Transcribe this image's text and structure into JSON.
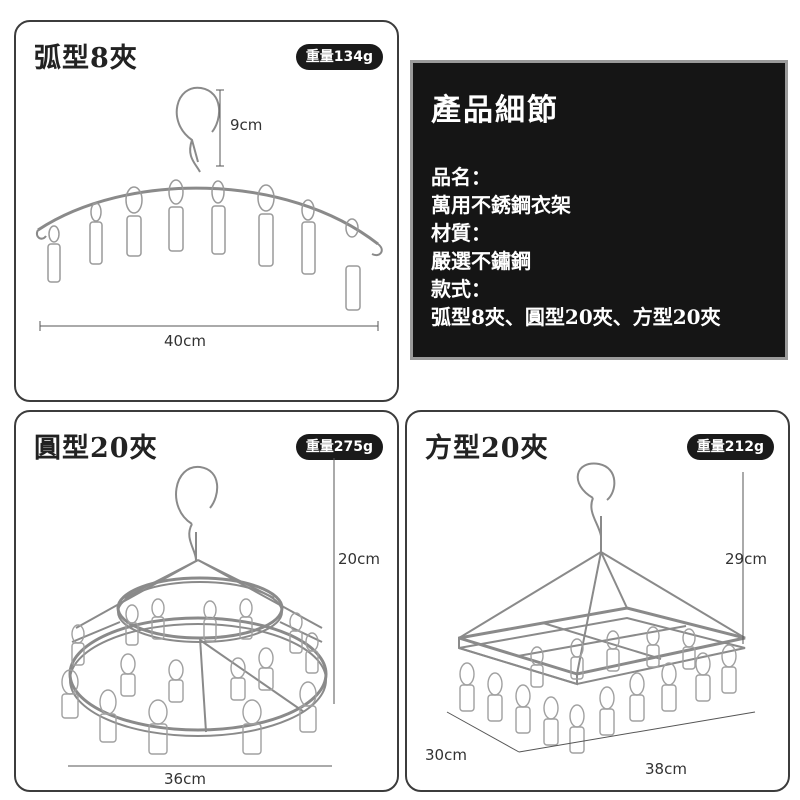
{
  "arc_panel": {
    "title": "弧型8夾",
    "weight": "重量134g",
    "dim_height": "9cm",
    "dim_width": "40cm"
  },
  "round_panel": {
    "title": "圓型20夾",
    "weight": "重量275g",
    "dim_height": "20cm",
    "dim_width": "36cm"
  },
  "square_panel": {
    "title": "方型20夾",
    "weight": "重量212g",
    "dim_height": "29cm",
    "dim_depth": "30cm",
    "dim_width": "38cm"
  },
  "details": {
    "title": "產品細節",
    "lines": [
      "品名：",
      "萬用不銹鋼衣架",
      "材質：",
      "嚴選不鏽鋼",
      "款式：",
      "弧型8夾、圓型20夾、方型20夾"
    ]
  }
}
